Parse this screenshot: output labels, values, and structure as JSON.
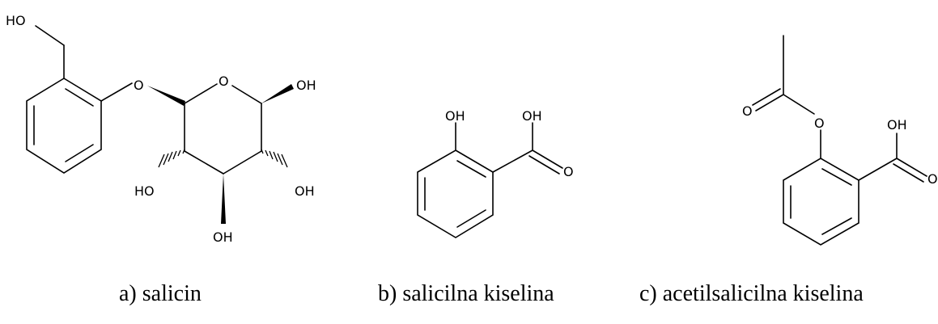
{
  "molecules": [
    {
      "id": "a",
      "caption": "a) salicin",
      "atom_labels": [
        "HO",
        "O",
        "O",
        "OH",
        "HO",
        "OH",
        "OH"
      ]
    },
    {
      "id": "b",
      "caption": "b) salicilna kiselina",
      "atom_labels": [
        "OH",
        "OH",
        "O"
      ]
    },
    {
      "id": "c",
      "caption": "c) acetilsalicilna kiselina",
      "atom_labels": [
        "O",
        "O",
        "OH",
        "O"
      ]
    }
  ]
}
